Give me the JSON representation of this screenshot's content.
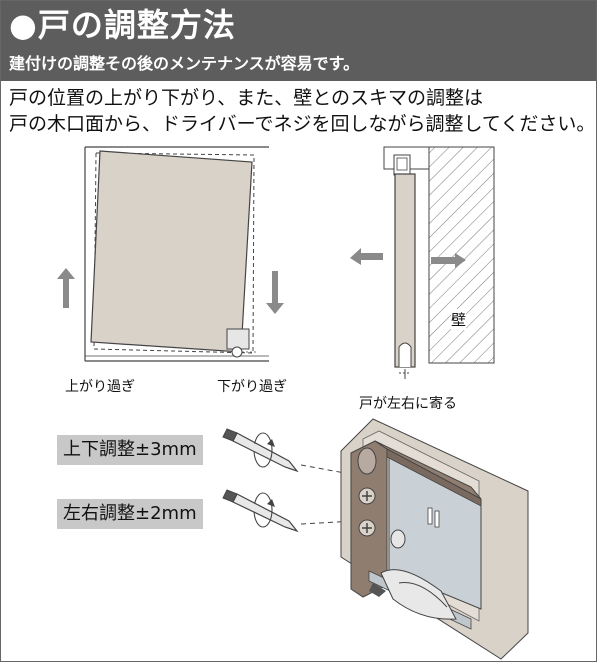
{
  "header": {
    "title": "●戸の調整方法",
    "subtitle": "建付けの調整その後のメンテナンスが容易です。"
  },
  "description": {
    "line1": "戸の位置の上がり下がり、また、壁とのスキマの調整は",
    "line2": "戸の木口面から、ドライバーでネジを回しながら調整してください。"
  },
  "diagram_left": {
    "label_up": "上がり過ぎ",
    "label_down": "下がり過ぎ"
  },
  "diagram_right": {
    "wall_label": "壁",
    "caption": "戸が左右に寄る"
  },
  "adjustments": {
    "vertical": "上下調整±3mm",
    "horizontal": "左右調整±2mm"
  },
  "colors": {
    "header_bg": "#5d5d5d",
    "door_fill": "#d9d2c9",
    "arrow_gray": "#8a8a8a",
    "label_bg": "#c8c8c8"
  }
}
